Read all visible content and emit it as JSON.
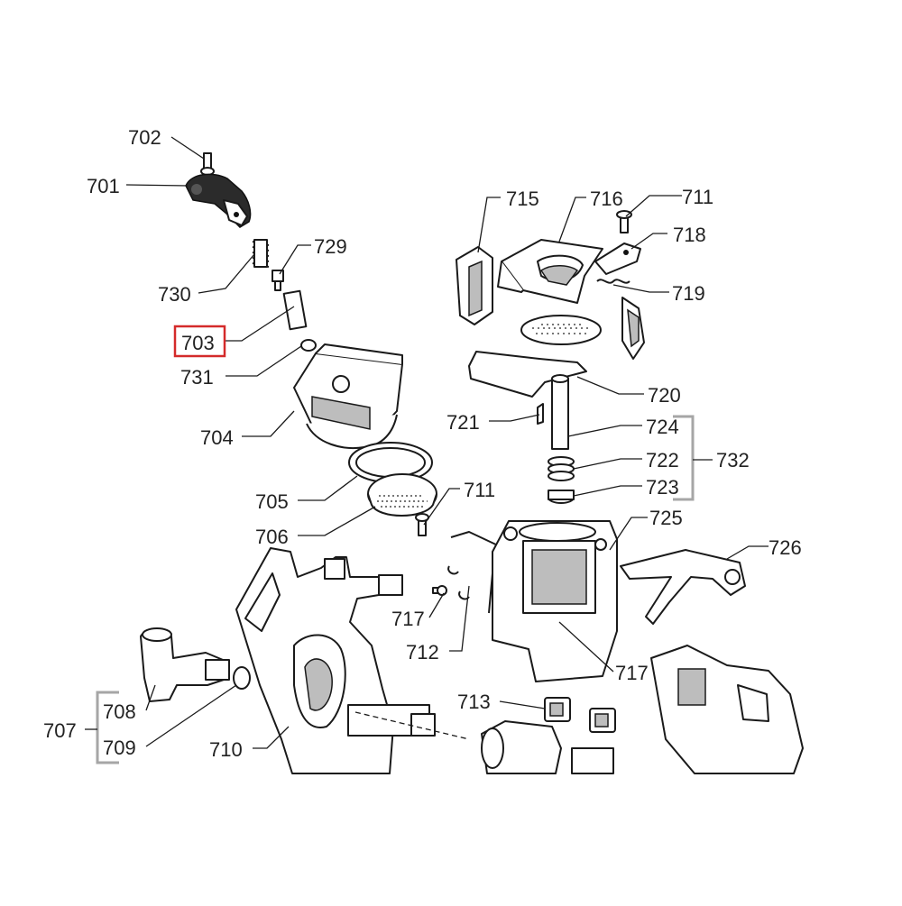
{
  "callouts": {
    "c701": "701",
    "c702": "702",
    "c703": "703",
    "c704": "704",
    "c705": "705",
    "c706": "706",
    "c707": "707",
    "c708": "708",
    "c709": "709",
    "c710": "710",
    "c711a": "711",
    "c711b": "711",
    "c712": "712",
    "c713": "713",
    "c715": "715",
    "c716": "716",
    "c717a": "717",
    "c717b": "717",
    "c718": "718",
    "c719": "719",
    "c720": "720",
    "c721": "721",
    "c722": "722",
    "c723": "723",
    "c724": "724",
    "c725": "725",
    "c726": "726",
    "c729": "729",
    "c730": "730",
    "c731": "731",
    "c732": "732"
  },
  "highlight": {
    "part": "703",
    "color": "#d42a2a"
  }
}
